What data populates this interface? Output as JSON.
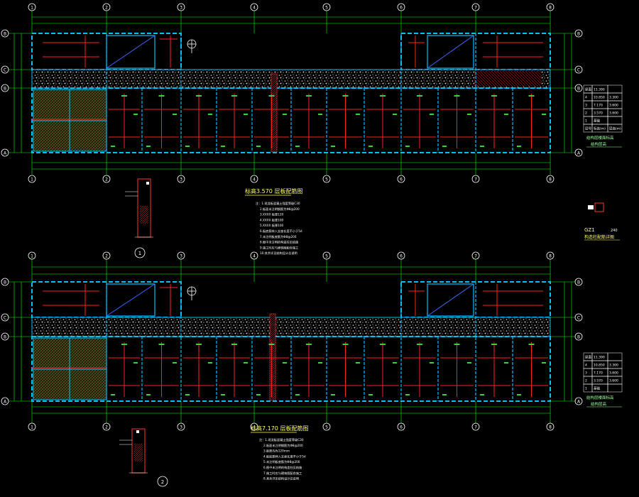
{
  "grid_labels": [
    "1",
    "2",
    "3",
    "4",
    "5",
    "6",
    "7",
    "8"
  ],
  "row_labels": [
    "B",
    "C",
    "B",
    "A"
  ],
  "plans": [
    {
      "title": "标高3.570 层板配筋图",
      "notes": [
        "注：1.现浇板混凝土强度等级C30",
        "2.板面未注明钢筋为Φ8@200",
        "3.XXXX 板厚120",
        "4.XXXX 板厚100",
        "5.XXXX 板厚100",
        "6.板底筋伸入支座长度不小于5d",
        "7.未注明板底筋为Φ8@200",
        "8.图中未注明的构造柱见结施",
        "9.施工时应与建筑图配合施工",
        "10.其余详见结构设计总说明"
      ],
      "section_id": "1",
      "level_table": {
        "title": "结构层楼面标高",
        "subtitle": "结构层高",
        "rows": [
          [
            "屋面",
            "11.390",
            ""
          ],
          [
            "4",
            "10.850",
            "3.300"
          ],
          [
            "3",
            "7.170",
            "3.600"
          ],
          [
            "2",
            "3.570",
            "3.600"
          ],
          [
            "1",
            "基础",
            ""
          ],
          [
            "层号",
            "标高(m)",
            "层高(m)"
          ]
        ]
      }
    },
    {
      "title": "标高7.170 层板配筋图",
      "notes": [
        "注：1.现浇板混凝土强度等级C30",
        "2.板面未注明钢筋为Φ8@200",
        "3.板厚均为120mm",
        "4.板底筋伸入支座长度不小于5d",
        "5.未注明板底筋为Φ8@200",
        "6.图中未注明的构造柱见结施",
        "7.施工时应与建筑图配合施工",
        "8.其余详见结构设计总说明"
      ],
      "section_id": "2",
      "level_table": {
        "title": "结构层楼面标高",
        "subtitle": "结构层高",
        "rows": [
          [
            "屋面",
            "11.390",
            ""
          ],
          [
            "4",
            "10.850",
            "3.300"
          ],
          [
            "3",
            "7.170",
            "3.600"
          ],
          [
            "2",
            "3.570",
            "3.600"
          ],
          [
            "1",
            "基础",
            ""
          ]
        ]
      }
    }
  ],
  "gz_detail": {
    "label": "GZ1",
    "dim": "240",
    "caption": "构造柱配筋详图"
  },
  "colors": {
    "background": "#000000",
    "axis": "#00ff00",
    "walls": "#00bfff",
    "rebar": "#ff2020",
    "text": "#ffffff",
    "accent": "#ffff66"
  }
}
